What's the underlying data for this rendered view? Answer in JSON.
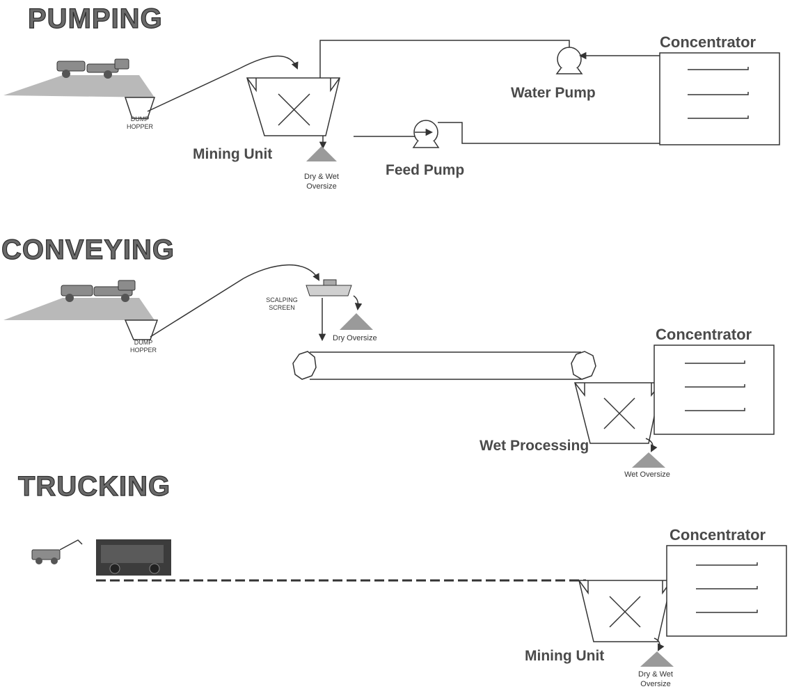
{
  "sections": {
    "pumping": {
      "title": "PUMPING",
      "dump_hopper": [
        "DUMP",
        "HOPPER"
      ],
      "mining_unit": "Mining Unit",
      "oversize": [
        "Dry & Wet",
        "Oversize"
      ],
      "feed_pump": "Feed Pump",
      "water_pump": "Water Pump",
      "concentrator": "Concentrator"
    },
    "conveying": {
      "title": "CONVEYING",
      "dump_hopper": [
        "DUMP",
        "HOPPER"
      ],
      "scalping_screen": [
        "SCALPING",
        "SCREEN"
      ],
      "dry_oversize": "Dry Oversize",
      "wet_processing": "Wet Processing",
      "wet_oversize": "Wet Oversize",
      "concentrator": "Concentrator"
    },
    "trucking": {
      "title": "TRUCKING",
      "mining_unit": "Mining Unit",
      "oversize": [
        "Dry & Wet",
        "Oversize"
      ],
      "concentrator": "Concentrator"
    }
  }
}
